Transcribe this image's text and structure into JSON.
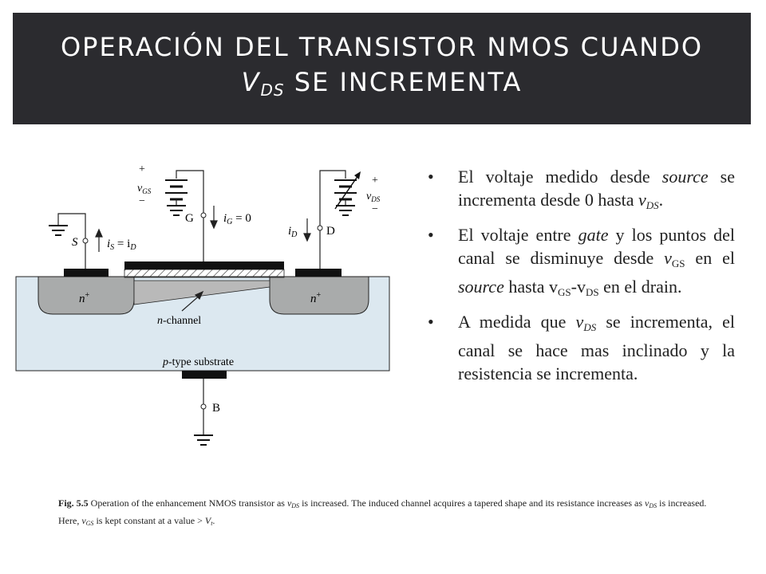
{
  "title": {
    "line1": "OPERACIÓN DEL TRANSISTOR NMOS CUANDO",
    "v": "V",
    "sub": "DS",
    "rest": " SE INCREMENTA"
  },
  "diagram": {
    "plus_gs": "+",
    "vgs_v": "v",
    "vgs_sub": "GS",
    "minus_gs": "−",
    "G": "G",
    "iG_i": "i",
    "iG_sub": "G",
    "iG_rest": " = 0",
    "plus_ds": "+",
    "vds_v": "v",
    "vds_sub": "DS",
    "minus_ds": "−",
    "iD_i": "i",
    "iD_sub": "D",
    "D": "D",
    "S": "S",
    "iS_i": "i",
    "iS_sub": "S",
    "iS_eq": " = i",
    "iS_sub2": "D",
    "n_left": "n",
    "n_left_sup": "+",
    "n_right": "n",
    "n_right_sup": "+",
    "nchannel_n": "n",
    "nchannel_rest": "-channel",
    "substrate_p": "p",
    "substrate_rest": "-type substrate",
    "B": "B"
  },
  "bullets": [
    {
      "dot": "•",
      "a": "El voltaje medido desde ",
      "b": "source",
      "c": " se incrementa desde 0 hasta ",
      "d": "v",
      "e": "DS",
      "f": "."
    },
    {
      "dot": "•",
      "a": "El voltaje entre ",
      "b": "gate",
      "c": " y los puntos del canal se disminuye desde ",
      "d": "v",
      "e": "GS",
      "f": " en el ",
      "g": "source",
      "h": " hasta v",
      "i": "GS",
      "j": "-v",
      "k": "DS",
      "l": " en el drain."
    },
    {
      "dot": "•",
      "a": "A medida que ",
      "b": "v",
      "c": "DS",
      "d": " se incrementa, el canal se hace mas inclinado y la resistencia se incrementa."
    }
  ],
  "caption": {
    "fig": "Fig. 5.5",
    "a": "   Operation of the enhancement NMOS transistor as ",
    "v1": "v",
    "s1": "DS",
    "b": " is increased.  The induced channel acquires a tapered shape and its resistance increases as ",
    "v2": "v",
    "s2": "DS",
    "c": " is increased.  Here, ",
    "v3": "v",
    "s3": "GS",
    "d": " is kept constant at a value > ",
    "v4": "V",
    "s4": "t",
    "e": "."
  },
  "colors": {
    "title_bg": "#2b2b2f",
    "substrate": "#dce8f0",
    "n_region": "#a9abab",
    "metal": "#111111"
  }
}
